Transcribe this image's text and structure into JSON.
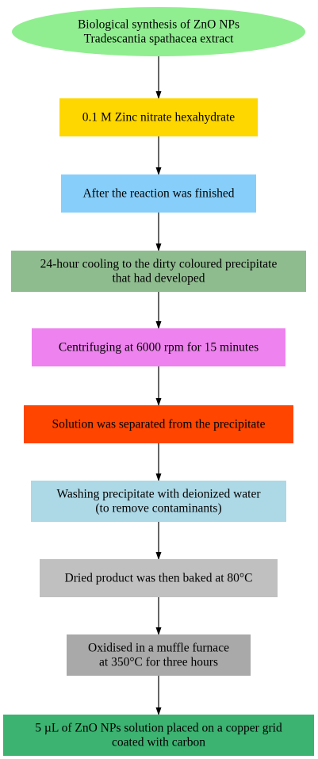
{
  "diagram": {
    "type": "flowchart",
    "nodes": [
      {
        "id": "start",
        "shape": "ellipse",
        "color": "#90EE90",
        "lines": [
          "Biological synthesis of ZnO NPs",
          "Tradescantia spathacea extract"
        ]
      },
      {
        "id": "zinc-nitrate",
        "shape": "box",
        "color": "#FFD700",
        "lines": [
          "0.1 M Zinc nitrate hexahydrate"
        ]
      },
      {
        "id": "reaction-finished",
        "shape": "box",
        "color": "#87CEFA",
        "lines": [
          "After the reaction was finished"
        ]
      },
      {
        "id": "cooling",
        "shape": "box",
        "color": "#8FBC8F",
        "lines": [
          "24-hour cooling to the dirty coloured precipitate",
          "that had developed"
        ]
      },
      {
        "id": "centrifuging",
        "shape": "box",
        "color": "#EE82EE",
        "lines": [
          "Centrifuging at 6000 rpm for 15 minutes"
        ]
      },
      {
        "id": "separation",
        "shape": "box",
        "color": "#FF4500",
        "lines": [
          "Solution was separated from the precipitate"
        ]
      },
      {
        "id": "washing",
        "shape": "box",
        "color": "#ADD8E6",
        "lines": [
          "Washing precipitate with deionized water",
          "(to remove contaminants)"
        ]
      },
      {
        "id": "drying",
        "shape": "box",
        "color": "#C0C0C0",
        "lines": [
          "Dried product was then baked at 80°C"
        ]
      },
      {
        "id": "oxidising",
        "shape": "box",
        "color": "#A9A9A9",
        "lines": [
          "Oxidised in a muffle furnace",
          "at 350°C for three hours"
        ]
      },
      {
        "id": "copper-grid",
        "shape": "box",
        "color": "#3CB371",
        "lines": [
          "5 µL of ZnO NPs solution placed on a copper grid",
          "coated with carbon"
        ]
      }
    ],
    "edges": [
      {
        "from": "start",
        "to": "zinc-nitrate"
      },
      {
        "from": "zinc-nitrate",
        "to": "reaction-finished"
      },
      {
        "from": "reaction-finished",
        "to": "cooling"
      },
      {
        "from": "cooling",
        "to": "centrifuging"
      },
      {
        "from": "centrifuging",
        "to": "separation"
      },
      {
        "from": "separation",
        "to": "washing"
      },
      {
        "from": "washing",
        "to": "drying"
      },
      {
        "from": "drying",
        "to": "oxidising"
      },
      {
        "from": "oxidising",
        "to": "copper-grid"
      }
    ]
  }
}
